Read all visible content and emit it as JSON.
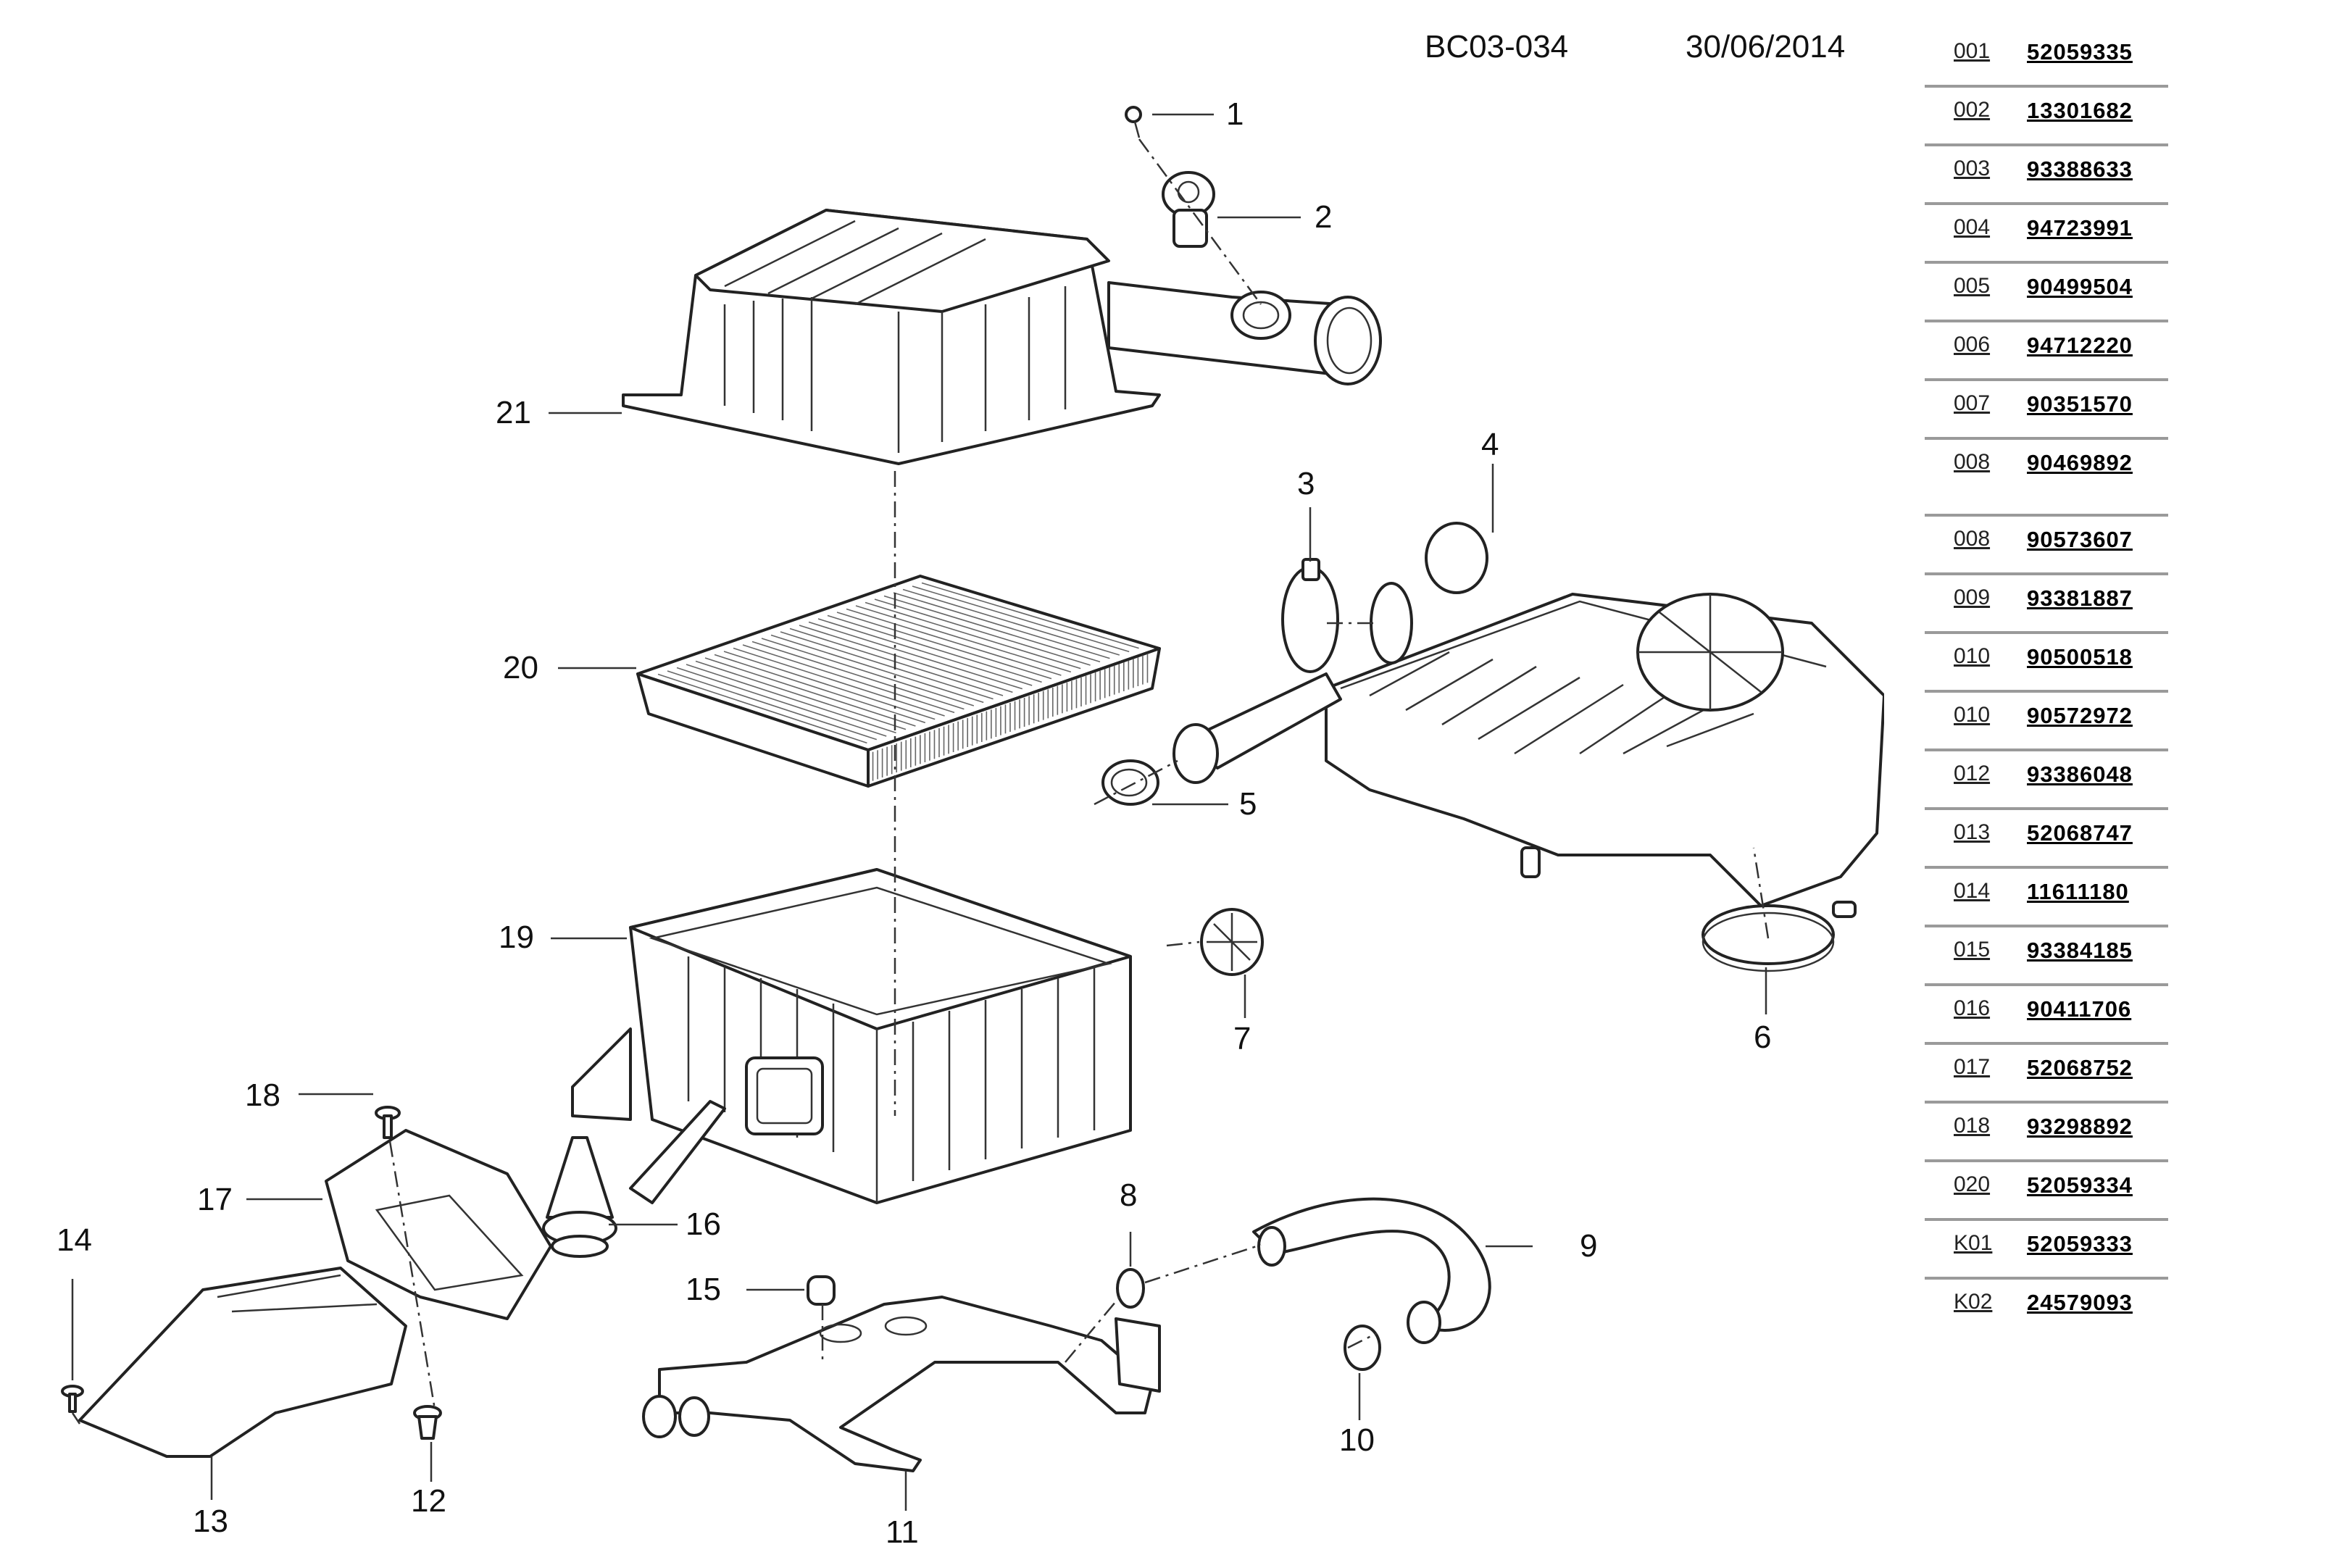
{
  "header": {
    "group_code": "BC03-034",
    "date": "30/06/2014"
  },
  "callouts": [
    "1",
    "2",
    "3",
    "4",
    "5",
    "6",
    "7",
    "8",
    "9",
    "10",
    "11",
    "12",
    "13",
    "14",
    "15",
    "16",
    "17",
    "18",
    "19",
    "20",
    "21"
  ],
  "parts_list": [
    {
      "ref": "001",
      "part_number": "52059335"
    },
    {
      "ref": "002",
      "part_number": "13301682"
    },
    {
      "ref": "003",
      "part_number": "93388633"
    },
    {
      "ref": "004",
      "part_number": "94723991"
    },
    {
      "ref": "005",
      "part_number": "90499504"
    },
    {
      "ref": "006",
      "part_number": "94712220"
    },
    {
      "ref": "007",
      "part_number": "90351570"
    },
    {
      "ref": "008",
      "part_number": "90469892"
    },
    {
      "ref": "008",
      "part_number": "90573607"
    },
    {
      "ref": "009",
      "part_number": "93381887"
    },
    {
      "ref": "010",
      "part_number": "90500518"
    },
    {
      "ref": "010",
      "part_number": "90572972"
    },
    {
      "ref": "012",
      "part_number": "93386048"
    },
    {
      "ref": "013",
      "part_number": "52068747"
    },
    {
      "ref": "014",
      "part_number": "11611180"
    },
    {
      "ref": "015",
      "part_number": "93384185"
    },
    {
      "ref": "016",
      "part_number": "90411706"
    },
    {
      "ref": "017",
      "part_number": "52068752"
    },
    {
      "ref": "018",
      "part_number": "93298892"
    },
    {
      "ref": "020",
      "part_number": "52059334"
    },
    {
      "ref": "K01",
      "part_number": "52059333"
    },
    {
      "ref": "K02",
      "part_number": "24579093"
    }
  ]
}
